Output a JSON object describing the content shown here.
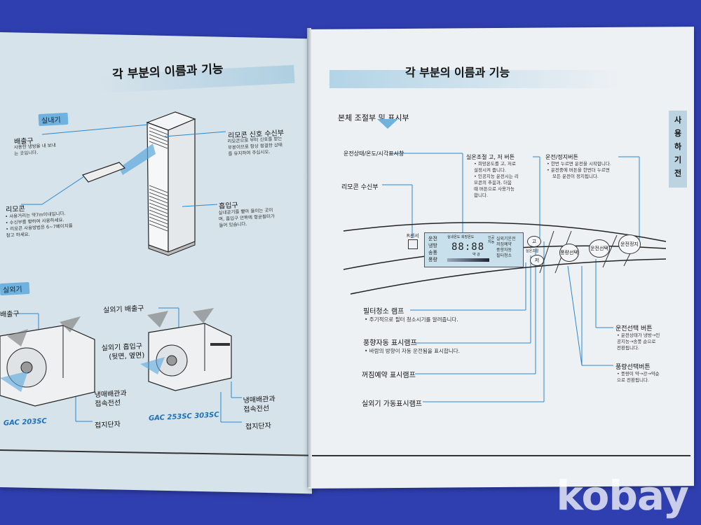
{
  "left_page": {
    "title": "각 부분의 이름과 기능",
    "section_indoor": "실내기",
    "indoor_labels": {
      "outlet": "배출구",
      "outlet_desc1": "사용한 냉방을 내 보내",
      "outlet_desc2": "는 곳입니다.",
      "remote_sensor": "리모콘 신호 수신부",
      "remote_sensor_desc1": "리모콘으로 부터 신호를 받는",
      "remote_sensor_desc2": "부분이므로 항상 청결한 상태",
      "remote_sensor_desc3": "를 유지하여 주십시오.",
      "intake": "흡입구",
      "intake_desc1": "실내공기를 빨아 들이는 곳이",
      "intake_desc2": "며, 흡입구 안쪽에 항균필터가",
      "intake_desc3": "들어 있습니다.",
      "remote": "리모콘",
      "remote_desc1": "• 사용거리는 약7m이내입니다.",
      "remote_desc2": "• 수신부를 향하여 사용하세요.",
      "remote_desc3": "• 리모콘 사용방법은 6~7페이지를",
      "remote_desc4": "참고 하세요."
    },
    "section_outdoor": "실외기",
    "outdoor_labels": {
      "outlet_a": "배출구",
      "outlet_b": "실외기 배출구",
      "intake_b1": "실외기 흡입구",
      "intake_b2": "(뒷면, 옆면)",
      "pipe_a1": "냉매배관과",
      "pipe_a2": "접속전선",
      "pipe_b1": "냉매배관과",
      "pipe_b2": "접속전선",
      "ground_a": "접지단자",
      "ground_b": "접지단자",
      "model_a": "GAC 203SC",
      "model_b": "GAC 253SC 303SC"
    }
  },
  "right_page": {
    "title": "각 부분의 이름과 기능",
    "section": "본체 조절부 및 표시부",
    "side_tab": "사용하기전",
    "top_labels": {
      "status": "운전상태/온도/시각표시창",
      "temp_btn": "실온조절 고, 저 버튼",
      "temp_desc1": "• 희망온도를 고, 저로",
      "temp_desc2": "설정시켜 줍니다.",
      "temp_desc3": "• 인공지능 운전시는 리",
      "temp_desc4": "모콘의 추움과, 더움",
      "temp_desc5": "때 버튼으로 사용가능",
      "temp_desc6": "합니다.",
      "power_btn": "운전/정지버튼",
      "power_desc1": "• 한번 누르면 운전을 시작합니다.",
      "power_desc2": "• 운전중에 버튼을 한번더 누르면",
      "power_desc3": "모든 운전이 정지됩니다.",
      "receiver": "리모콘 수신부",
      "receiver_box": "R센서"
    },
    "lcd": {
      "line1": "운전",
      "line2": "냉방",
      "line3": "송풍",
      "line4": "풍량",
      "top": "실내온도 희망온도",
      "digits": "88:88",
      "mid": "약  강",
      "ai": "인공지능",
      "right1": "실외기운전",
      "right2": "꺼짐예약",
      "right3": "풍향자동",
      "right4": "필터청소"
    },
    "buttons": {
      "up": "고",
      "down": "저",
      "temp_small": "실온조절",
      "fan": "풍량선택",
      "mode": "운전선택",
      "power": "운전정지"
    },
    "bottom_labels": {
      "filter": "필터청소 램프",
      "filter_desc": "• 주기적으로 필터 청소시기를 알려줍니다.",
      "swing": "풍향자동 표시램프",
      "swing_desc": "• 바람의 방향이 자동 운전됨을 표시합니다.",
      "timer": "꺼짐예약 표시램프",
      "outdoor": "실외기 가동표시램프",
      "mode_btn": "운전선택 버튼",
      "mode_desc1": "• 운전상태가 냉방→인",
      "mode_desc2": "공지능→송풍 순으로",
      "mode_desc3": "전환됩니다.",
      "fan_btn": "풍량선택버튼",
      "fan_desc1": "• 풍량이 약→강→약순",
      "fan_desc2": "으로 전환됩니다."
    }
  },
  "watermark": "kobay"
}
